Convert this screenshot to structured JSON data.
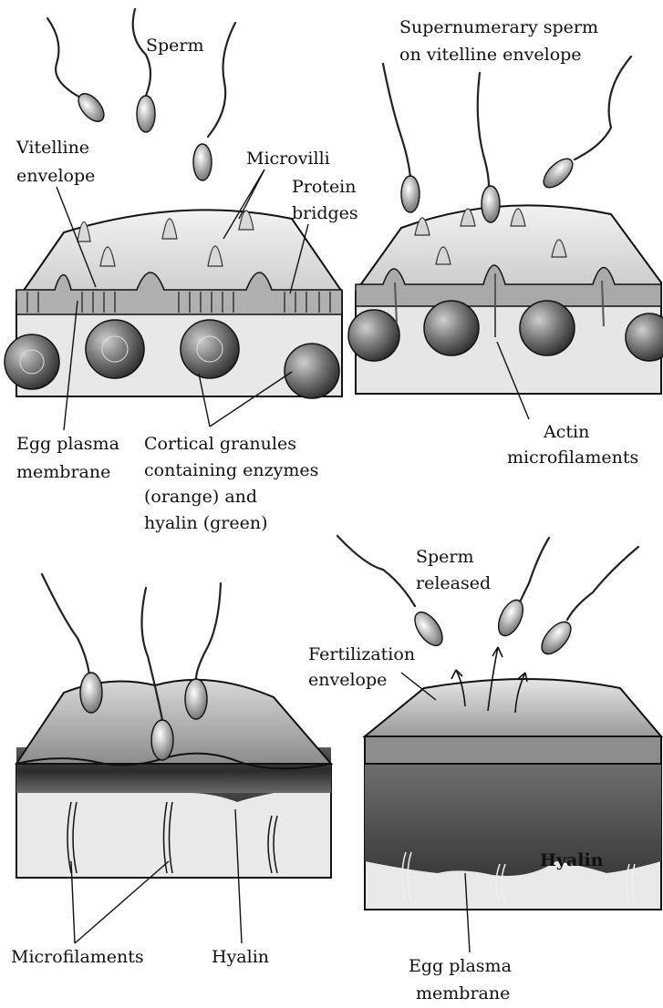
{
  "panel1": {
    "sperm": "Sperm",
    "vitelline": [
      "Vitelline",
      "envelope"
    ],
    "microvilli": "Microvilli",
    "protein": [
      "Protein",
      "bridges"
    ],
    "egg_membrane": [
      "Egg plasma",
      "membrane"
    ],
    "cortical": [
      "Cortical granules",
      "containing enzymes",
      "(orange) and",
      "hyalin (green)"
    ]
  },
  "panel2": {
    "supernumerary": [
      "Supernumerary sperm",
      "on vitelline envelope"
    ],
    "actin": [
      "Actin",
      "microfilaments"
    ]
  },
  "panel3": {
    "microfilaments": "Microfilaments",
    "hyalin": "Hyalin"
  },
  "panel4": {
    "sperm_released": [
      "Sperm",
      "released"
    ],
    "fertilization": [
      "Fertilization",
      "envelope"
    ],
    "hyalin": "Hyalin",
    "egg_membrane": [
      "Egg plasma",
      "membrane"
    ]
  }
}
